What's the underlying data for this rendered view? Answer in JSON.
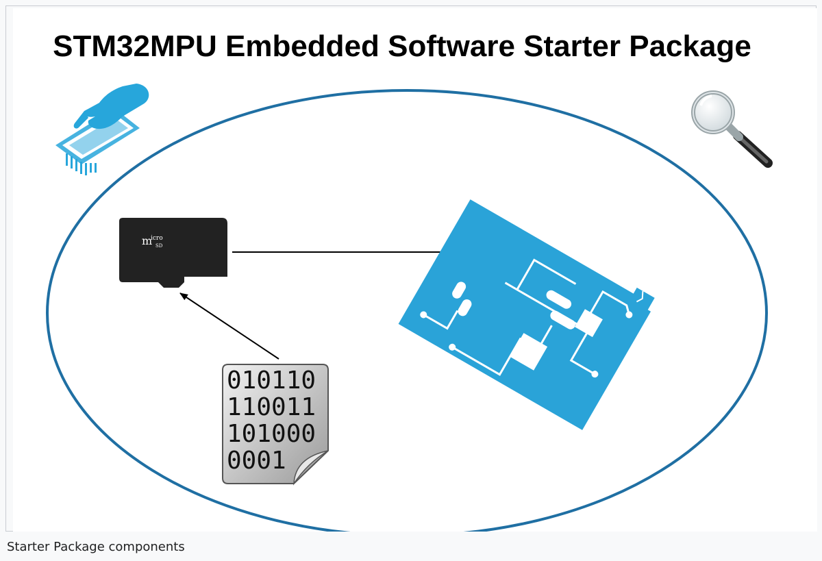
{
  "figure": {
    "title": "STM32MPU Embedded Software Starter Package",
    "caption": "Starter Package components",
    "sd_card": {
      "brand_prefix": "m",
      "brand_top": "icro",
      "brand_bottom": "SD"
    },
    "binary_file": {
      "lines": [
        "010110",
        "110011",
        "101000",
        "0001"
      ]
    },
    "icons": [
      "hand-on-board-icon",
      "magnifier-icon",
      "microsd-card-icon",
      "binary-file-icon",
      "board-icon"
    ],
    "colors": {
      "ellipse": "#1f6fa3",
      "board": "#2aa3d8",
      "hand": "#27a6db",
      "sd_card": "#222222",
      "arrow": "#000000"
    }
  }
}
